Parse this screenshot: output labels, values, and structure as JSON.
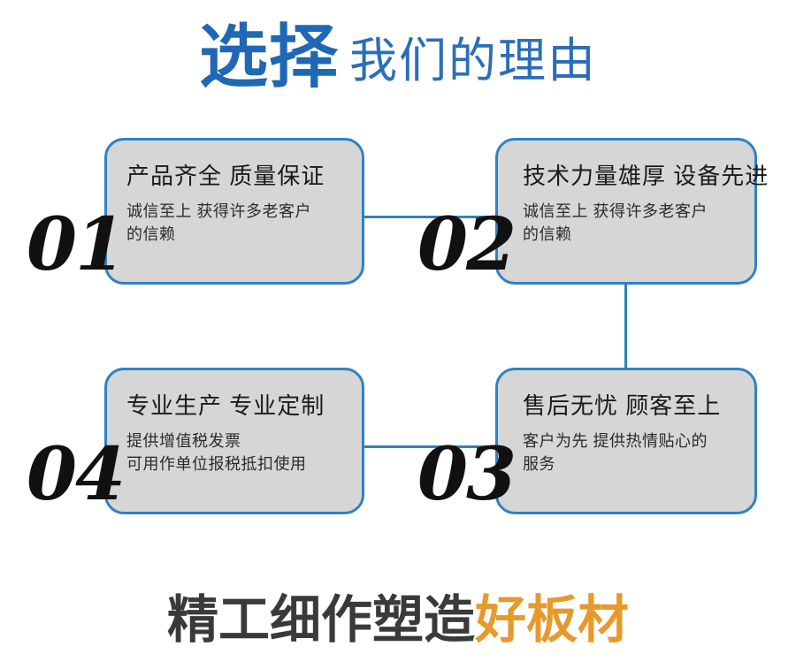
{
  "header": {
    "strong_text": "选择",
    "light_text": "我们的理由",
    "strong_color": "#1f68b5",
    "light_color": "#2a6fb8"
  },
  "theme": {
    "card_fill": "#d6d6d6",
    "card_border": "#2e82c4",
    "connector": "#2e82c4",
    "numeral_color": "#111111",
    "accent_orange": "#e8992b",
    "footer_dark": "#3a3a3a",
    "background": "#ffffff"
  },
  "cards": [
    {
      "number": "01",
      "title": "产品齐全 质量保证",
      "body_lines": [
        "诚信至上 获得许多老客户",
        "的信赖"
      ]
    },
    {
      "number": "02",
      "title": "技术力量雄厚 设备先进",
      "body_lines": [
        "诚信至上 获得许多老客户",
        "的信赖"
      ]
    },
    {
      "number": "03",
      "title": "售后无忧 顾客至上",
      "body_lines": [
        "客户为先 提供热情贴心的",
        "服务"
      ]
    },
    {
      "number": "04",
      "title": "专业生产 专业定制",
      "body_lines": [
        "提供增值税发票",
        "可用作单位报税抵扣使用"
      ]
    }
  ],
  "footer": {
    "dark_text": "精工细作塑造",
    "accent_text": "好板材"
  }
}
